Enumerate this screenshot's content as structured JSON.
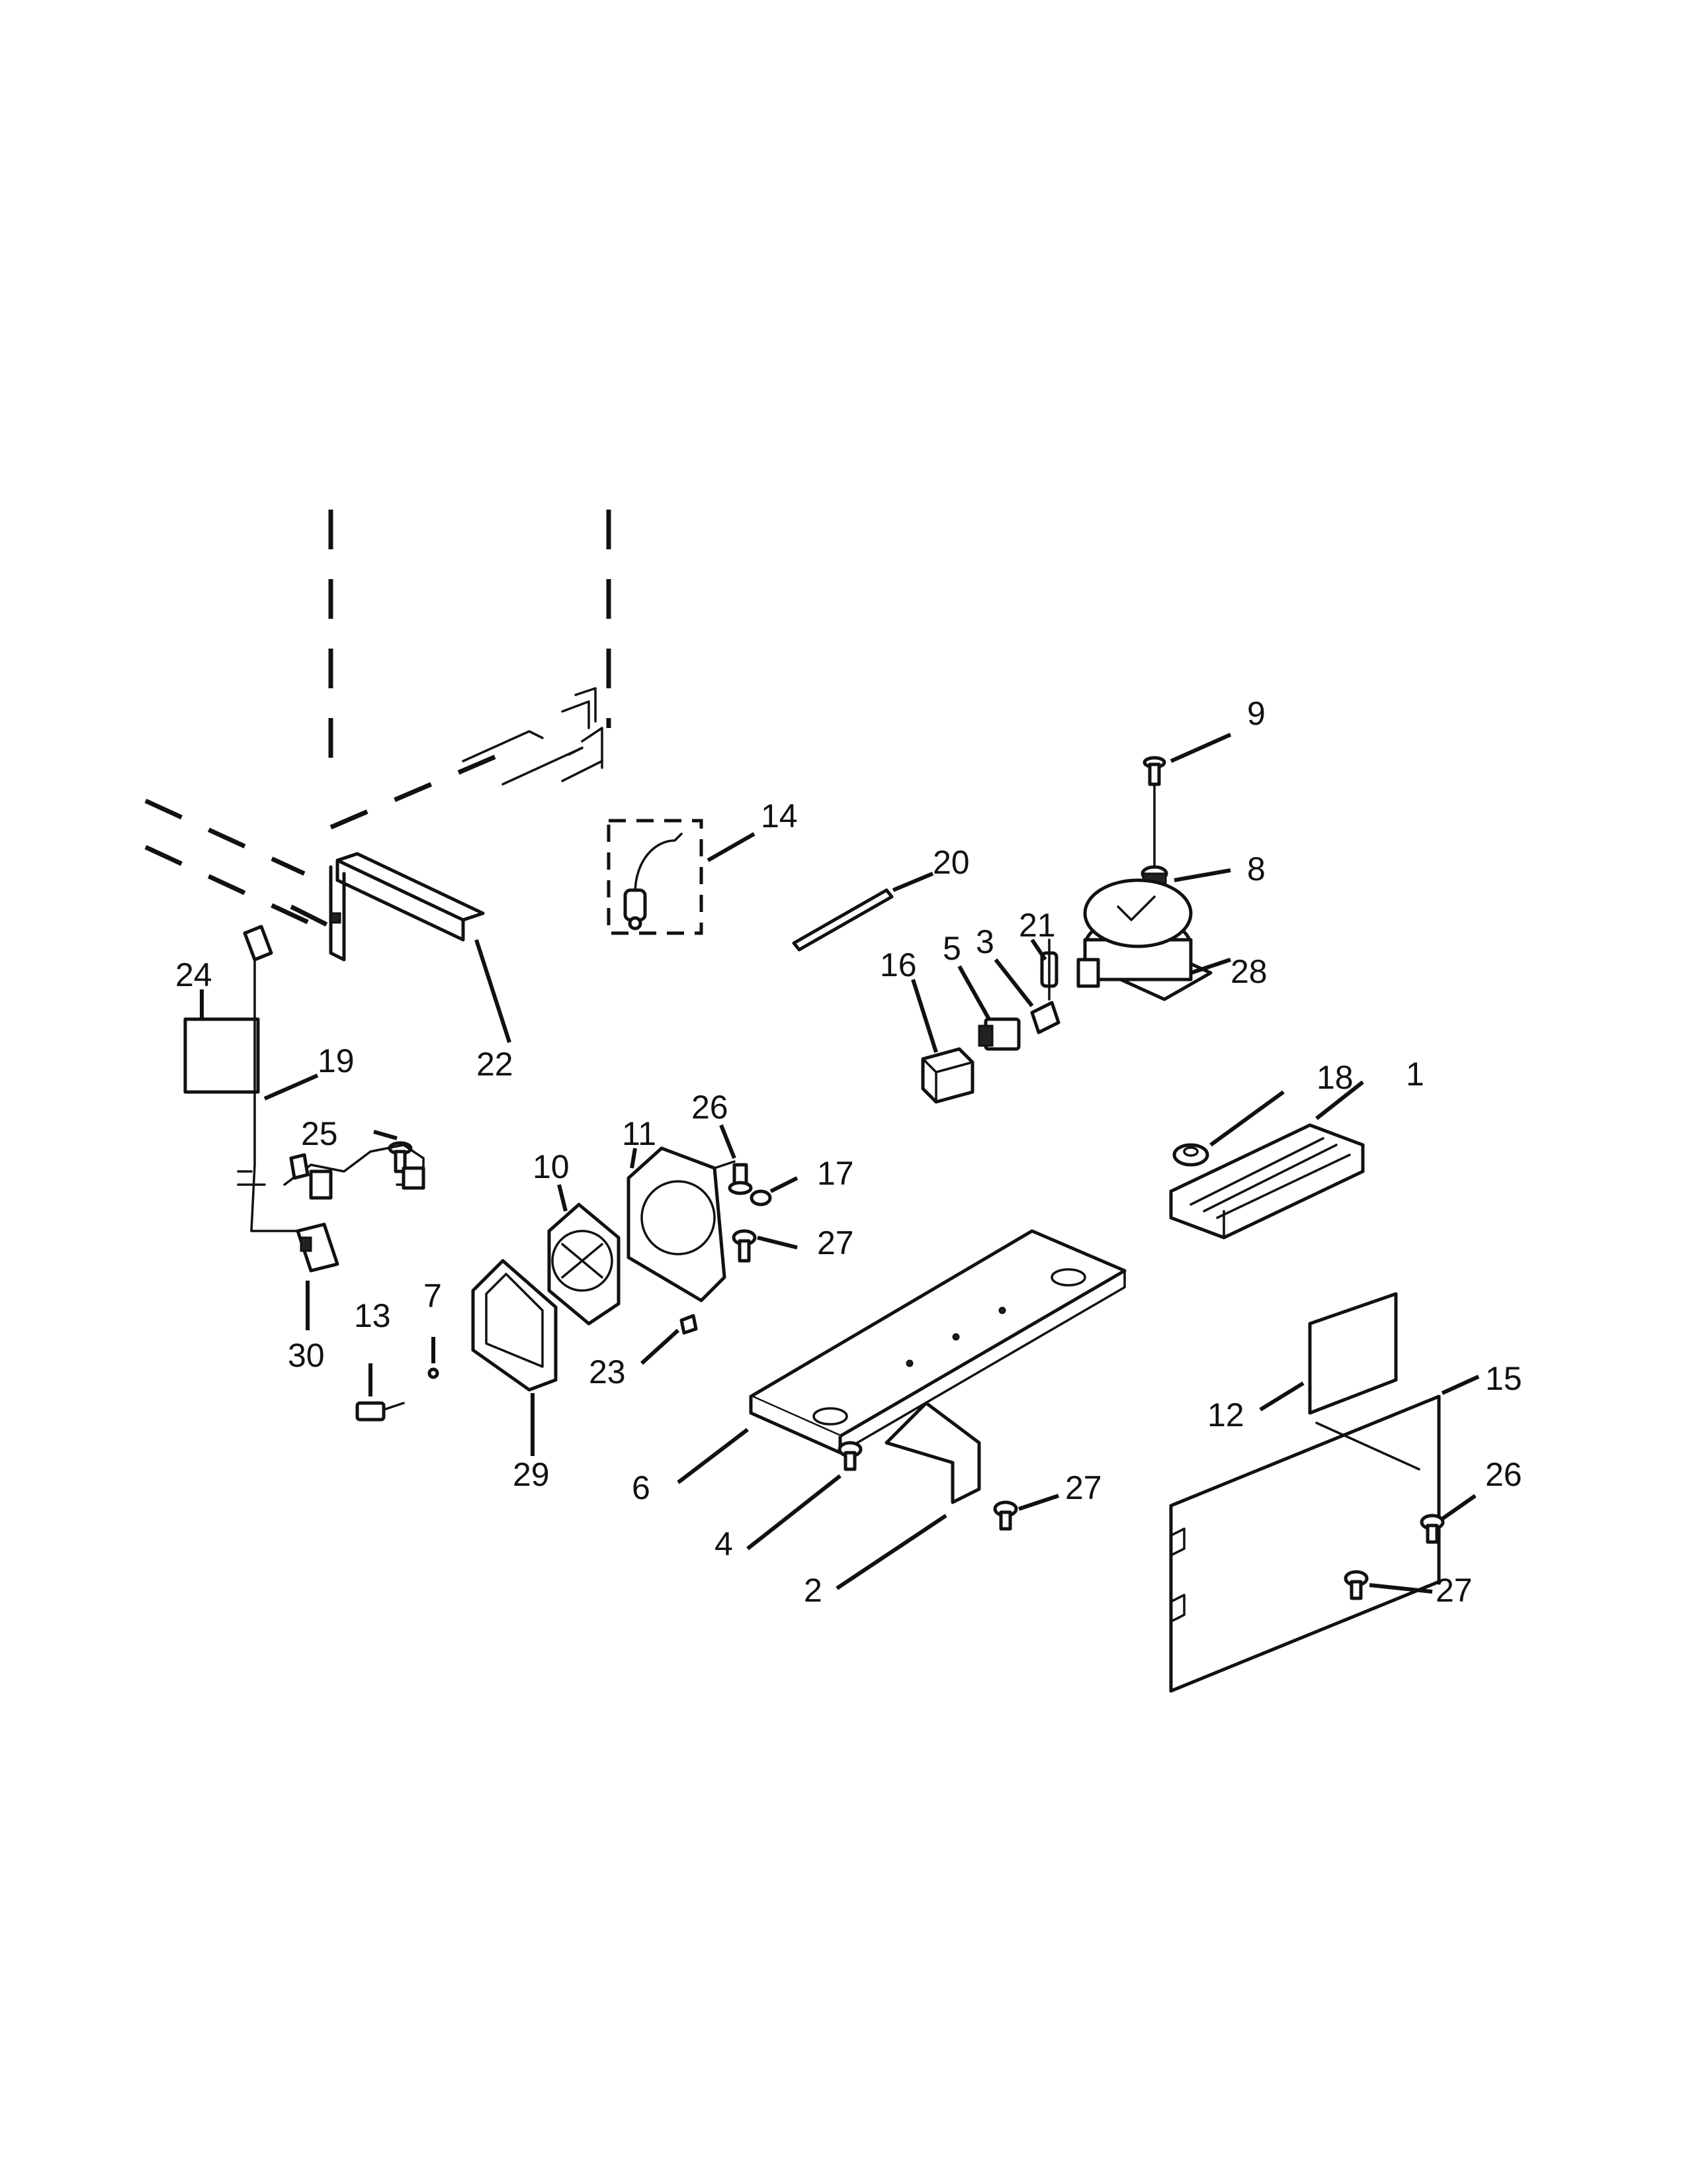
{
  "callouts": [
    {
      "id": "c9",
      "text": "9"
    },
    {
      "id": "c14",
      "text": "14"
    },
    {
      "id": "c20",
      "text": "20"
    },
    {
      "id": "c8",
      "text": "8"
    },
    {
      "id": "c21",
      "text": "21"
    },
    {
      "id": "c5",
      "text": "5"
    },
    {
      "id": "c3",
      "text": "3"
    },
    {
      "id": "c28",
      "text": "28"
    },
    {
      "id": "c16",
      "text": "16"
    },
    {
      "id": "c24",
      "text": "24"
    },
    {
      "id": "c22",
      "text": "22"
    },
    {
      "id": "c19",
      "text": "19"
    },
    {
      "id": "c18",
      "text": "18"
    },
    {
      "id": "c26a",
      "text": "26"
    },
    {
      "id": "c25",
      "text": "25"
    },
    {
      "id": "c1",
      "text": "1"
    },
    {
      "id": "c11",
      "text": "11"
    },
    {
      "id": "c17",
      "text": "17"
    },
    {
      "id": "c10",
      "text": "10"
    },
    {
      "id": "c27a",
      "text": "27"
    },
    {
      "id": "c30",
      "text": "30"
    },
    {
      "id": "c13",
      "text": "13"
    },
    {
      "id": "c7",
      "text": "7"
    },
    {
      "id": "c23",
      "text": "23"
    },
    {
      "id": "c15",
      "text": "15"
    },
    {
      "id": "c12",
      "text": "12"
    },
    {
      "id": "c29",
      "text": "29"
    },
    {
      "id": "c6",
      "text": "6"
    },
    {
      "id": "c27b",
      "text": "27"
    },
    {
      "id": "c26b",
      "text": "26"
    },
    {
      "id": "c4",
      "text": "4"
    },
    {
      "id": "c2",
      "text": "2"
    },
    {
      "id": "c27c",
      "text": "27"
    }
  ]
}
